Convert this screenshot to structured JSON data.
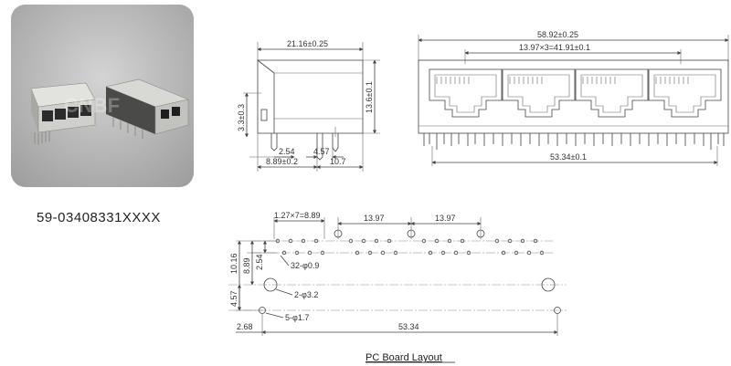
{
  "photo": {
    "watermark": "CNBF",
    "colors": {
      "bg_light": "#d4d4d4",
      "bg_dark": "#9e9e9e",
      "metal": "#c9c9c6",
      "dark": "#2a2a2a"
    }
  },
  "part_number": "59-03408331XXXX",
  "side_view": {
    "dims": {
      "width_top": "21.16±0.25",
      "height_right": "13.6±0.1",
      "height_left": "3.3±0.3",
      "pitch_254": "2.54",
      "pin_457": "4.57",
      "bottom_889": "8.89±0.2",
      "bottom_107": "10.7"
    }
  },
  "front_view": {
    "dims": {
      "overall": "58.92±0.25",
      "port_pitch": "13.97×3=41.91±0.1",
      "bottom": "53.34±0.1"
    },
    "ports": 4
  },
  "pcb_layout": {
    "title": "PC Board Layout",
    "dims": {
      "pin_pitch": "1.27×7=8.89",
      "port_a": "13.97",
      "port_b": "13.97",
      "v_1016": "10.16",
      "v_889": "8.89",
      "v_254": "2.54",
      "v_457": "4.57",
      "holes_small": "32-φ0.9",
      "holes_large": "2-φ3.2",
      "holes_mid": "5-φ1.7",
      "bottom_268": "2.68",
      "bottom_5334": "53.34"
    }
  }
}
